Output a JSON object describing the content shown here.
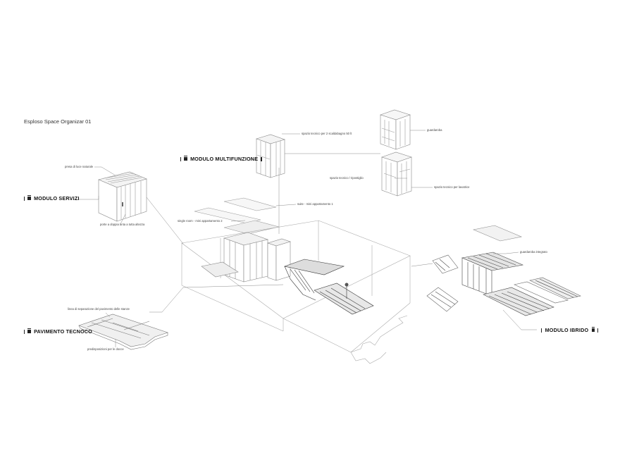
{
  "title": "Esploso Space Organizar 01",
  "modules": {
    "servizi": "MODULO SERVIZI",
    "multifunzione": "MODULO MULTIFUNZIONE",
    "pavimento": "PAVIMENTO TECNOCO",
    "ibrido": "MODULO IBRIDO"
  },
  "annotations": {
    "luce": "presa di luce naturale",
    "porte": "porte a doppia anta a tutta altezza",
    "spazio_scaldabagno": "spazio tecnico per 2 scaldabagno 50 lt",
    "guardaroba": "guardaroba",
    "ripostiglio": "spazio tecnico / ripostiglio",
    "lavatrice": "spazio tecnico per lavatrice",
    "suite": "suite - mini appartamento 1",
    "single_room": "single room - mini appartamento 2",
    "guardaroba_integrato": "guardaroba integrato",
    "linea_separazione": "linea di separazione del pavimento delle stanze",
    "predisposizioni": "predisposizioni per le docce"
  },
  "colors": {
    "line": "#8a8a8a",
    "dark": "#222222",
    "light": "#c8c8c8"
  }
}
